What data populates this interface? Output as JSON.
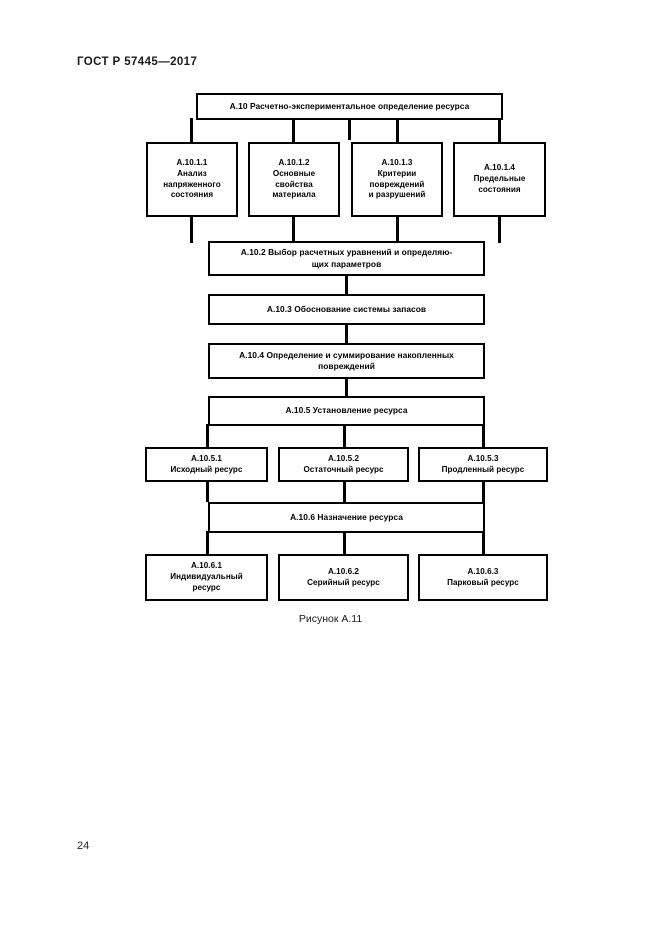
{
  "document": {
    "header": "ГОСТ Р 57445—2017",
    "page_number": "24",
    "figure_caption": "Рисунок А.11"
  },
  "diagram": {
    "type": "flowchart",
    "title": "А.10 Расчетно-экспериментальное определение ресурса",
    "nodes": {
      "a10": {
        "id": "А.10",
        "text": "А.10 Расчетно-экспериментальное определение ресурса"
      },
      "a1011": {
        "id": "А.10.1.1",
        "text": "А.10.1.1\nАнализ\nнапряженного\nсостояния"
      },
      "a1012": {
        "id": "А.10.1.2",
        "text": "А.10.1.2\nОсновные\nсвойства\nматериала"
      },
      "a1013": {
        "id": "А.10.1.3",
        "text": "А.10.1.3\nКритерии\nповреждений\nи разрушений"
      },
      "a1014": {
        "id": "А.10.1.4",
        "text": "А.10.1.4\nПредельные\nсостояния"
      },
      "a102": {
        "id": "А.10.2",
        "text": "А.10.2 Выбор расчетных уравнений и определяю-\nщих параметров"
      },
      "a103": {
        "id": "А.10.3",
        "text": "А.10.3 Обоснование системы запасов"
      },
      "a104": {
        "id": "А.10.4",
        "text": "А.10.4 Определение и суммирование накопленных\nповреждений"
      },
      "a105": {
        "id": "А.10.5",
        "text": "А.10.5 Установление ресурса"
      },
      "a1051": {
        "id": "А.10.5.1",
        "text": "А.10.5.1\nИсходный ресурс"
      },
      "a1052": {
        "id": "А.10.5.2",
        "text": "А.10.5.2\nОстаточный ресурс"
      },
      "a1053": {
        "id": "А.10.5.3",
        "text": "А.10.5.3\nПродленный ресурс"
      },
      "a106": {
        "id": "А.10.6",
        "text": "А.10.6 Назначение ресурса"
      },
      "a1061": {
        "id": "А.10.6.1",
        "text": "А.10.6.1\nИндивидуальный\nресурс"
      },
      "a1062": {
        "id": "А.10.6.2",
        "text": "А.10.6.2\nСерийный ресурс"
      },
      "a1063": {
        "id": "А.10.6.3",
        "text": "А.10.6.3\nПарковый ресурс"
      }
    },
    "edges": [
      {
        "from": "А.10",
        "to": "А.10.1.1"
      },
      {
        "from": "А.10",
        "to": "А.10.1.2"
      },
      {
        "from": "А.10",
        "to": "А.10.1.3"
      },
      {
        "from": "А.10",
        "to": "А.10.1.4"
      },
      {
        "from": "А.10.1.1",
        "to": "А.10.2"
      },
      {
        "from": "А.10.1.2",
        "to": "А.10.2"
      },
      {
        "from": "А.10.1.3",
        "to": "А.10.2"
      },
      {
        "from": "А.10.1.4",
        "to": "А.10.2"
      },
      {
        "from": "А.10.2",
        "to": "А.10.3"
      },
      {
        "from": "А.10.3",
        "to": "А.10.4"
      },
      {
        "from": "А.10.4",
        "to": "А.10.5"
      },
      {
        "from": "А.10.5",
        "to": "А.10.5.1"
      },
      {
        "from": "А.10.5",
        "to": "А.10.5.2"
      },
      {
        "from": "А.10.5",
        "to": "А.10.5.3"
      },
      {
        "from": "А.10.5.1",
        "to": "А.10.6"
      },
      {
        "from": "А.10.5.2",
        "to": "А.10.6"
      },
      {
        "from": "А.10.5.3",
        "to": "А.10.6"
      },
      {
        "from": "А.10.6",
        "to": "А.10.6.1"
      },
      {
        "from": "А.10.6",
        "to": "А.10.6.2"
      },
      {
        "from": "А.10.6",
        "to": "А.10.6.3"
      }
    ],
    "colors": {
      "box_border": "#000000",
      "box_fill": "#ffffff",
      "connector": "#000000",
      "text": "#000000"
    }
  }
}
